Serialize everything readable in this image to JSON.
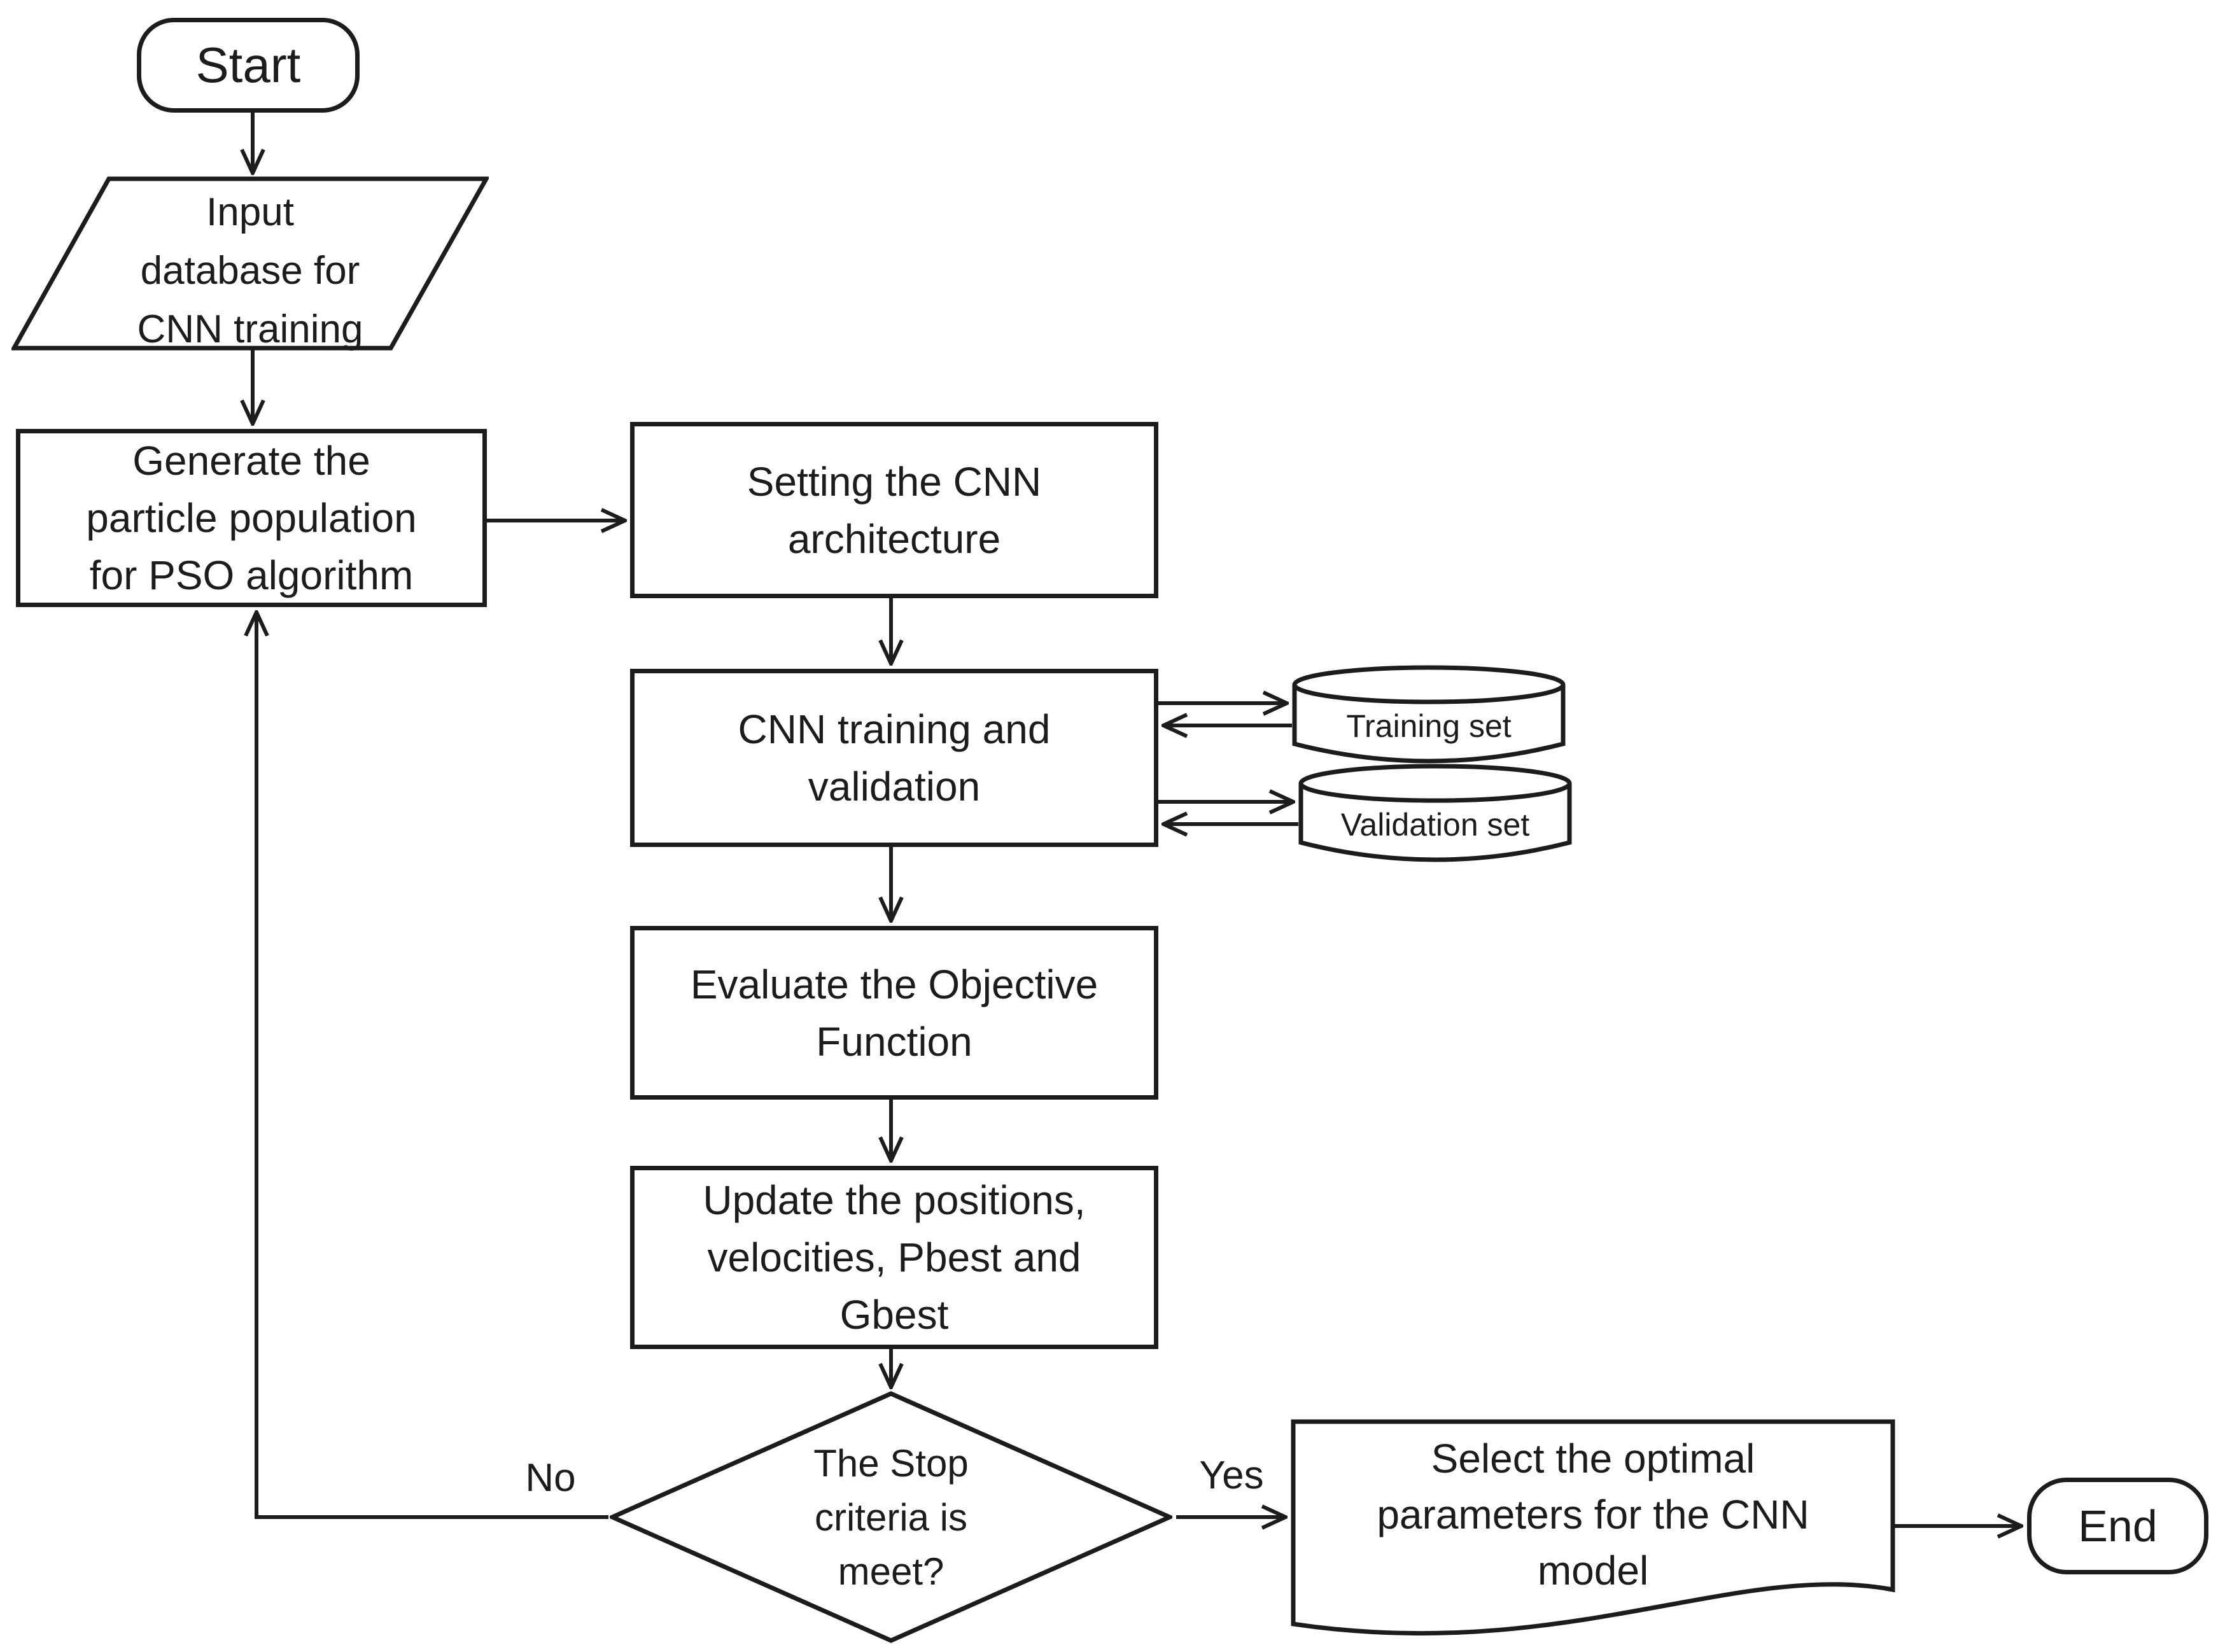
{
  "colors": {
    "ink": "#1c1c1c",
    "background": "#ffffff"
  },
  "nodes": {
    "start": {
      "type": "terminator",
      "lines": [
        "Start"
      ]
    },
    "input": {
      "type": "data-input",
      "lines": [
        "Input",
        "database for",
        "CNN training"
      ]
    },
    "generate": {
      "type": "process",
      "lines": [
        "Generate the",
        "particle population",
        "for PSO algorithm"
      ]
    },
    "setting": {
      "type": "process",
      "lines": [
        "Setting the CNN",
        "architecture"
      ]
    },
    "training": {
      "type": "process",
      "lines": [
        "CNN training and",
        "validation"
      ]
    },
    "training_set": {
      "type": "database",
      "lines": [
        "Training set"
      ]
    },
    "validation_set": {
      "type": "database",
      "lines": [
        "Validation set"
      ]
    },
    "evaluate": {
      "type": "process",
      "lines": [
        "Evaluate the Objective",
        "Function"
      ]
    },
    "update": {
      "type": "process",
      "lines": [
        "Update the positions,",
        "velocities, Pbest and",
        "Gbest"
      ]
    },
    "decision": {
      "type": "decision",
      "lines": [
        "The Stop",
        "criteria is",
        "meet?"
      ]
    },
    "select": {
      "type": "document",
      "lines": [
        "Select the optimal",
        "parameters for the CNN",
        "model"
      ]
    },
    "end": {
      "type": "terminator",
      "lines": [
        "End"
      ]
    }
  },
  "edge_labels": {
    "no": "No",
    "yes": "Yes"
  }
}
